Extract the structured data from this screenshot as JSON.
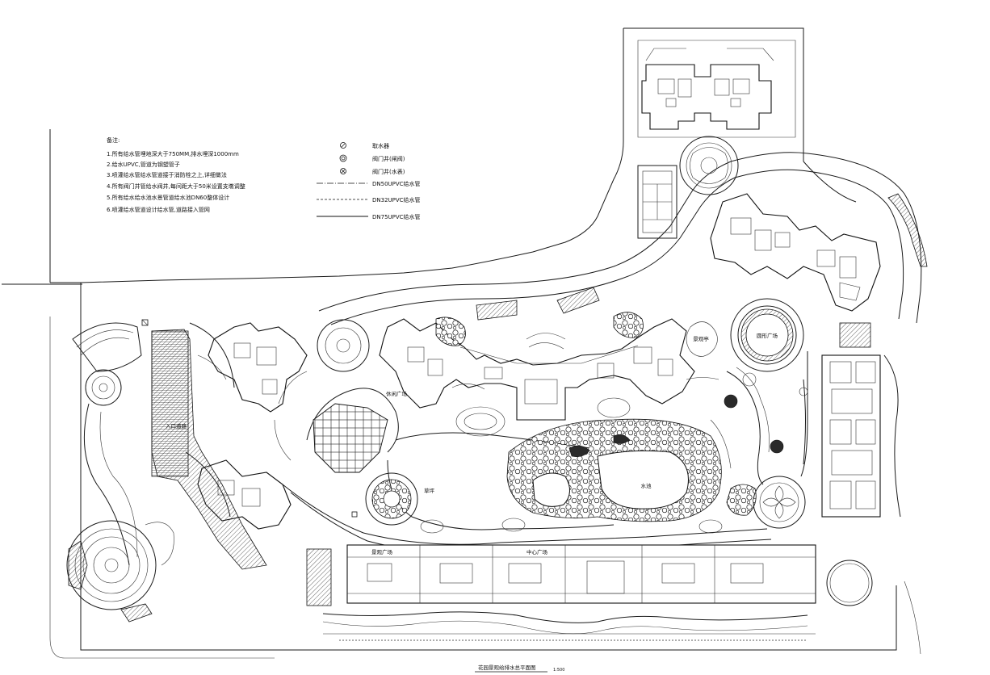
{
  "notes": {
    "heading": "备注:",
    "items": [
      "1.所有给水管埋地深大于750MM,排水埋深1000mm",
      "2.给水UPVC,管道为钢塑管子",
      "3.喷灌给水管给水管道接于消防栓之上,详细做法",
      "4.所有阀门井管给水阀井,每间距大于50米设置支墩调整",
      "5.所有给水给水池水景管道给水池DN60整体设计",
      "6.喷灌给水管道设计给水管,道路接入管网"
    ]
  },
  "legend": {
    "items": [
      {
        "symbol": "circle-dot",
        "label": "取水器"
      },
      {
        "symbol": "double-circle",
        "label": "阀门井(闸阀)"
      },
      {
        "symbol": "circle-x",
        "label": "阀门井(水表)"
      },
      {
        "symbol": "dash-dot-line",
        "label": "DN50UPVC给水管"
      },
      {
        "symbol": "dashed-line",
        "label": "DN32UPVC给水管"
      },
      {
        "symbol": "solid-line",
        "label": "DN75UPVC给水管"
      }
    ]
  },
  "labels": {
    "pool": "水池",
    "plaza_left": "休闲广场",
    "round_plaza_right": "圆形广场",
    "pavilion_right": "景观亭",
    "garden_a": "景观广场",
    "garden_b": "中心广场",
    "lawn": "草坪",
    "walkway": "入口道路"
  },
  "footer": {
    "title": "花园景观给排水总平面图",
    "scale": "1:500"
  }
}
